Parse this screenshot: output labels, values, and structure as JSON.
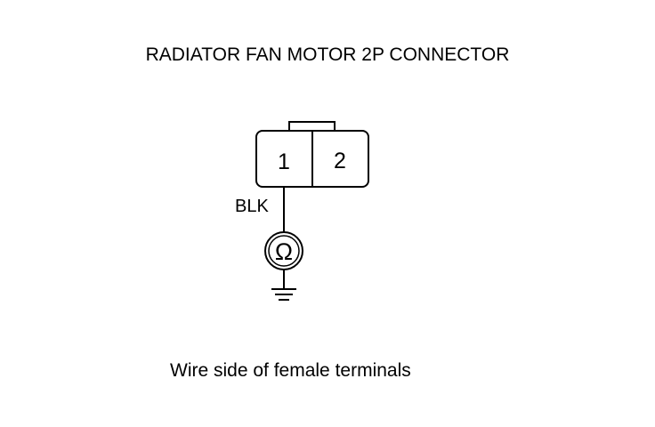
{
  "title": "RADIATOR FAN MOTOR 2P CONNECTOR",
  "connector": {
    "pins": [
      "1",
      "2"
    ]
  },
  "wire": {
    "color_label": "BLK"
  },
  "meter": {
    "symbol": "Ω",
    "icon": "ohmmeter-icon"
  },
  "ground": {
    "icon": "ground-icon"
  },
  "caption": "Wire side of female terminals",
  "colors": {
    "line": "#000000",
    "background": "#ffffff"
  }
}
